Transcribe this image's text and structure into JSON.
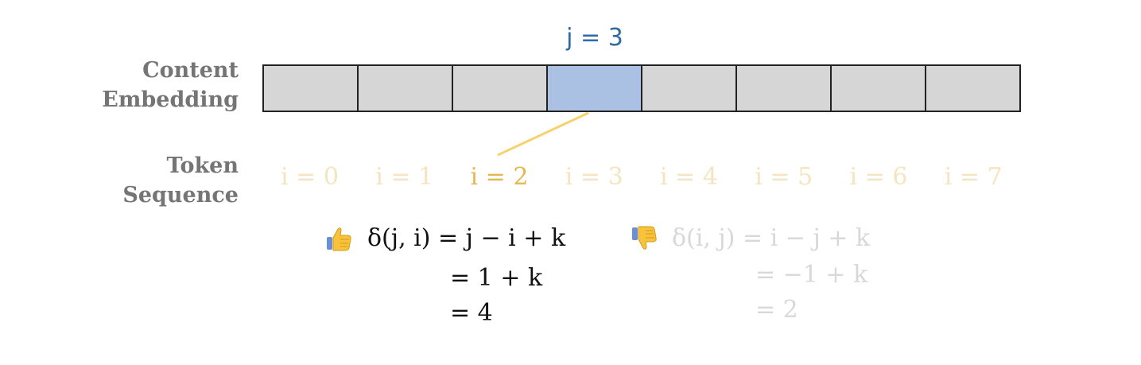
{
  "labels": {
    "content_line1": "Content",
    "content_line2": "Embedding",
    "token_line1": "Token",
    "token_line2": "Sequence"
  },
  "highlight": {
    "j_label": "j = 3",
    "cell_count": 8,
    "highlighted_cell": 3,
    "highlighted_token": 2
  },
  "tokens": [
    "i = 0",
    "i = 1",
    "i = 2",
    "i = 3",
    "i = 4",
    "i = 5",
    "i = 6",
    "i = 7"
  ],
  "good_formula": {
    "icon": "thumbs-up-icon",
    "line1": "δ(j, i) = j − i + k",
    "line2": "= 1 + k",
    "line3": "= 4"
  },
  "bad_formula": {
    "icon": "thumbs-down-icon",
    "line1": "δ(i, j) = i − j + k",
    "line2": "= −1 + k",
    "line3": "= 2"
  },
  "colors": {
    "cell": "#d6d6d6",
    "cell_highlight": "#abc1e4",
    "j_label": "#2f6aa6",
    "connector": "#f5d36e",
    "token_faded": "#f4e4bf",
    "token_highlight": "#e5b84f",
    "label": "#757575",
    "bad_text": "#d8d8d8"
  }
}
